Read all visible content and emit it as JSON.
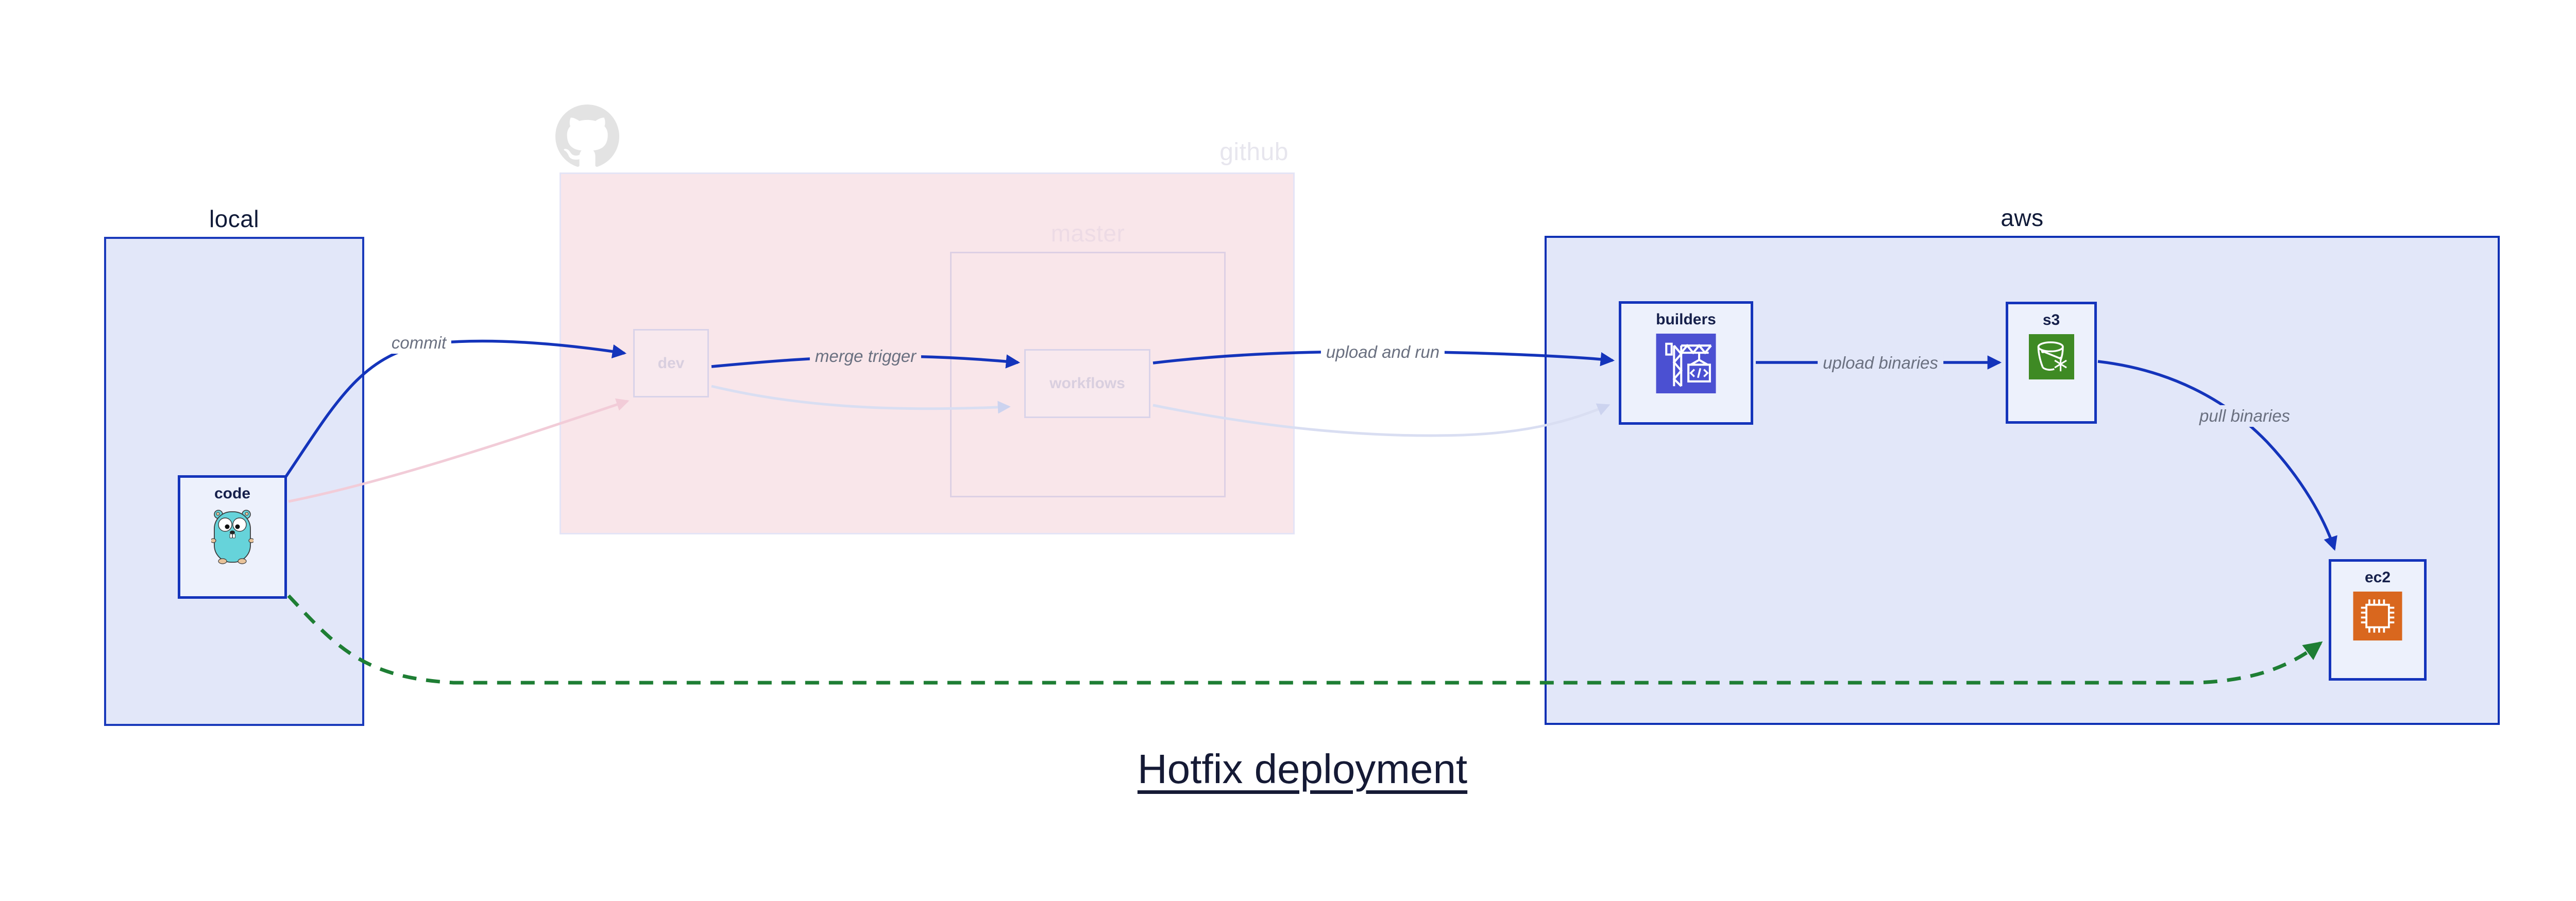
{
  "diagram": {
    "title": "Hotfix deployment",
    "clusters": {
      "local": "local",
      "github": "github",
      "master": "master",
      "aws": "aws"
    },
    "nodes": {
      "code": "code",
      "dev": "dev",
      "workflows": "workflows",
      "builders": "builders",
      "s3": "s3",
      "ec2": "ec2"
    },
    "edge_labels": {
      "commit": "commit",
      "merge_trigger": "merge trigger",
      "upload_and_run": "upload and run",
      "upload_binaries": "upload binaries",
      "pull_binaries": "pull binaries"
    },
    "icons": {
      "github": "github-octocat-icon",
      "code": "go-gopher-icon",
      "builders": "aws-codebuild-icon",
      "s3": "aws-s3-glacier-icon",
      "ec2": "aws-ec2-icon"
    },
    "colors": {
      "highlight_edge": "#1434bb",
      "faded_pink_edge": "#f2ccd8",
      "faded_lavender_edge": "#d9def2",
      "green_dashed_edge": "#1e7e34",
      "cluster_fill_blue": "#e2e7f9",
      "cluster_fill_pink": "#f9e6ea",
      "cluster_border_blue": "#0e30b4",
      "node_fill": "#edf1fc",
      "codebuild_icon_bg": "#4b50d2",
      "s3_icon_bg": "#3e8a24",
      "ec2_icon_bg": "#d9671e",
      "octocat_gray": "#e3e3e3"
    }
  }
}
